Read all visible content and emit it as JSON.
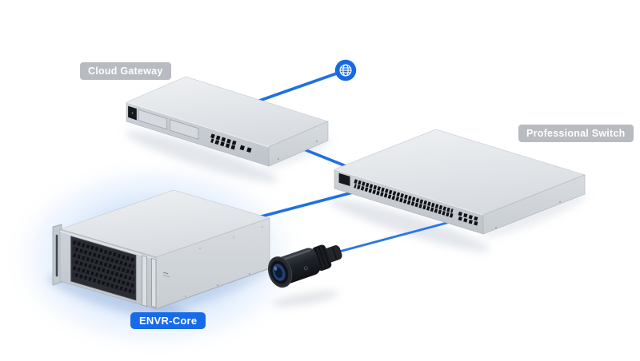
{
  "labels": {
    "cloud_gateway": "Cloud Gateway",
    "professional_switch": "Professional Switch",
    "envr_core": "ENVR-Core"
  },
  "colors": {
    "connection_blue": "#1f70e5",
    "globe_blue": "#1569e4",
    "envr_badge_blue": "#176be8",
    "device_badge_gray": "#b3b6bb",
    "envr_glow_blue": "#9cc2f6",
    "device_body_gray": "#d6dade"
  },
  "devices": [
    {
      "id": "cloud-gateway",
      "label": "Cloud Gateway"
    },
    {
      "id": "professional-switch",
      "label": "Professional Switch"
    },
    {
      "id": "envr-core",
      "label": "ENVR-Core",
      "highlighted": true
    },
    {
      "id": "camera",
      "label": ""
    }
  ],
  "icons": [
    {
      "id": "internet-globe-icon",
      "meaning": "internet"
    }
  ],
  "connections": [
    {
      "from": "cloud-gateway",
      "to": "internet"
    },
    {
      "from": "cloud-gateway",
      "to": "professional-switch"
    },
    {
      "from": "professional-switch",
      "to": "envr-core"
    },
    {
      "from": "professional-switch",
      "to": "camera"
    }
  ]
}
